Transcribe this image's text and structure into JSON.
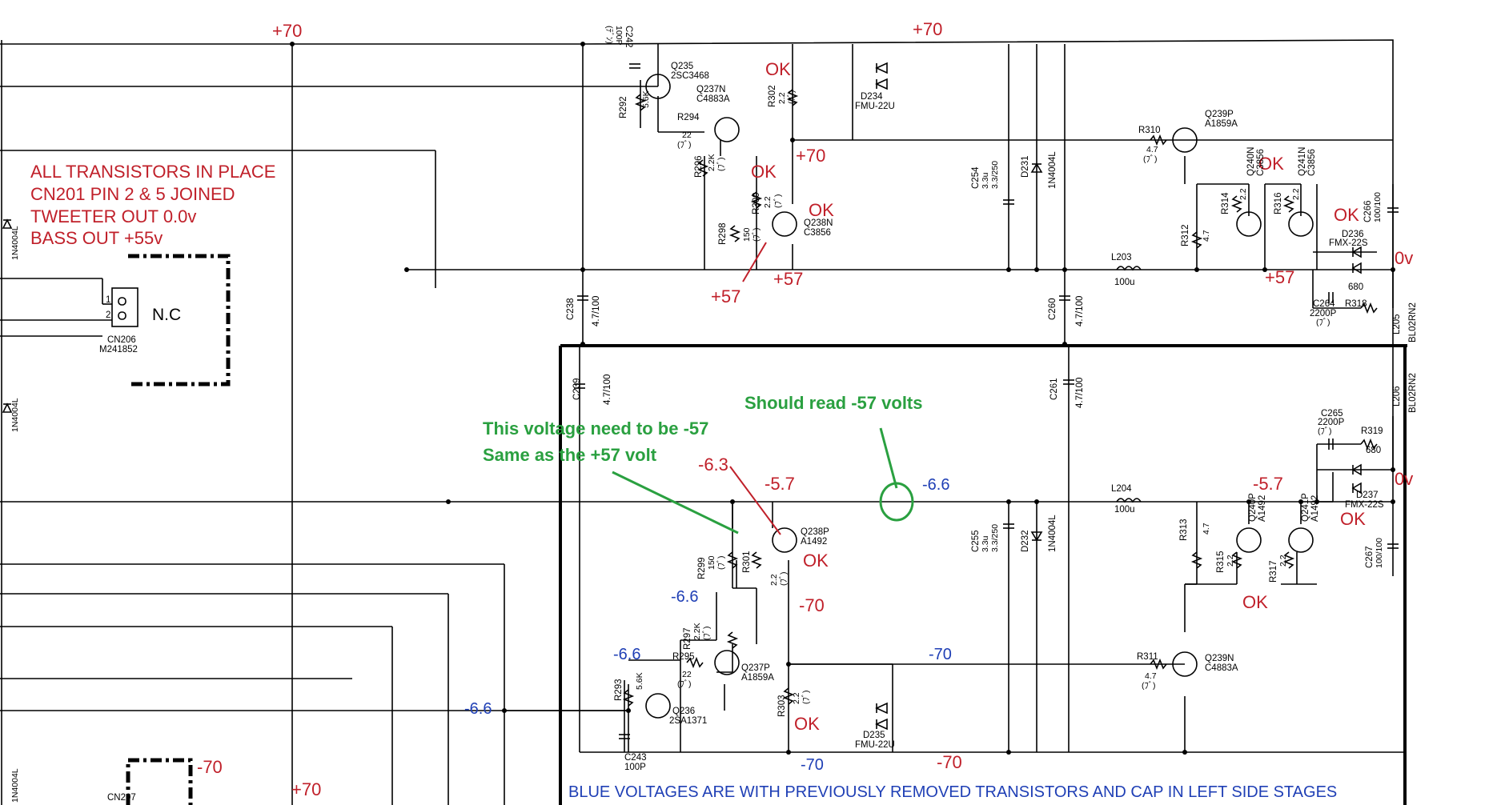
{
  "notes": {
    "left_box": [
      "ALL TRANSISTORS IN PLACE",
      "CN201 PIN 2 & 5 JOINED",
      "TWEETER OUT 0.0v",
      "BASS OUT +55v"
    ],
    "bottom": "BLUE VOLTAGES ARE WITH PREVIOUSLY REMOVED TRANSISTORS AND CAP IN LEFT SIDE STAGES",
    "green_1": "This voltage need to be -57",
    "green_2": "Same as  the +57 volt",
    "green_3": "Should read -57 volts"
  },
  "red_labels": {
    "top_rail_left": "+70",
    "top_rail_right": "+70",
    "r302_ok": "OK",
    "q238n_collector": "+70",
    "r300_ok": "OK",
    "q238n_ok": "OK",
    "q238n_emitter": "+57",
    "r298_node": "+57",
    "q240n_ok": "OK",
    "q241n_ok": "OK",
    "out_pos": "+57",
    "out_0v_top": "0v",
    "neg_node_1": "-6.3",
    "neg_node_2": "-5.7",
    "q238p_ok": "OK",
    "q238p_collector": "-70",
    "r303_ok": "OK",
    "bottom_rail_left": "-70",
    "bottom_rail_mid": "-70",
    "left_bottom_rail": "+70",
    "out_neg": "-5.7",
    "q240p_ok": "OK",
    "q241p_ok": "OK",
    "out_0v_bottom": "0v"
  },
  "blue_labels": {
    "mid_rail": "-6.6",
    "r299_node": "-6.6",
    "r297_node": "-6.6",
    "q236_base": "-6.6",
    "q239n_rail": "-70",
    "bottom_rail": "-70"
  },
  "components": {
    "c242": "C242",
    "c242_v": "100P",
    "c242_v2": "(ﾃﾞﾝ)",
    "q235": "Q235",
    "q235_t": "2SC3468",
    "r292": "R292",
    "r292_v": "5.6K",
    "q237n": "Q237N",
    "q237n_t": "C4883A",
    "r294": "R294",
    "r294_v": "22",
    "r294_v2": "(ﾌﾞ)",
    "r296": "R296",
    "r296_v": "2.2K",
    "r296_v2": "(ﾌﾞ)",
    "r302": "R302",
    "r302_v": "2.2",
    "r302_v2": "(ﾌﾞ)",
    "d234": "D234",
    "d234_t": "FMU-22U",
    "r300": "R300",
    "r300_v": "2.2",
    "r300_v2": "(ﾌﾞ)",
    "r298": "R298",
    "r298_v": "150",
    "r298_v2": "(ﾌﾞ)",
    "q238n": "Q238N",
    "q238n_t": "C3856",
    "c254": "C254",
    "c254_v": "3.3u",
    "c254_v2": "3.3/250",
    "d231": "D231",
    "d231_t": "1N4004L",
    "r310": "R310",
    "r310_v": "4.7",
    "r310_v2": "(ﾌﾞ)",
    "q239p": "Q239P",
    "q239p_t": "A1859A",
    "q240n": "Q240N",
    "q240n_t": "C3856",
    "q241n": "Q241N",
    "q241n_t": "C3856",
    "r312": "R312",
    "r314": "R314",
    "r314_v": "2.2",
    "r316": "R316",
    "r316_v": "2.2",
    "r_47": "4.7",
    "c266": "C266",
    "c266_v": "100/100",
    "d236": "D236",
    "d236_t": "FMX-22S",
    "l203": "L203",
    "l203_v": "100u",
    "c264": "C264",
    "c264_v": "2200P",
    "c264_v2": "(ﾌﾞ)",
    "r318": "R318",
    "r318_v": "680",
    "l205": "L205",
    "l205_t": "BL02RN2",
    "c238": "C238",
    "c238_v": "4.7/100",
    "c260": "C260",
    "c260_v": "4.7/100",
    "cn206": "CN206",
    "cn206_t": "M241852",
    "nc": "N.C",
    "pin1": "1",
    "pin2": "2",
    "c239": "C239",
    "c239_v": "4.7/100",
    "c261": "C261",
    "c261_v": "4.7/100",
    "l206": "L206",
    "l206_t": "BL02RN2",
    "c265": "C265",
    "c265_v": "2200P",
    "c265_v2": "(ﾌﾞ)",
    "r319": "R319",
    "r319_v": "680",
    "d237": "D237",
    "d237_t": "FMX-22S",
    "l204": "L204",
    "l204_v": "100u",
    "c255": "C255",
    "c255_v": "3.3u",
    "c255_v2": "3.3/250",
    "d232": "D232",
    "d232_t": "1N4004L",
    "r313": "R313",
    "r313_v": "4.7",
    "r315": "R315",
    "r315_v": "2.2",
    "q240p": "Q240P",
    "q240p_t": "A1492",
    "r317": "R317",
    "r317_v": "2.2",
    "q241p": "Q241P",
    "q241p_t": "A1492",
    "c267": "C267",
    "c267_v": "100/100",
    "r299": "R299",
    "r299_v": "150",
    "r299_v2": "(ﾌﾞ)",
    "r301": "R301",
    "r301_v": "2.2",
    "r301_v2": "(ﾌﾞ)",
    "q238p": "Q238P",
    "q238p_t": "A1492",
    "r297": "R297",
    "r297_v": "2.2K",
    "r297_v2": "(ﾌﾞ)",
    "r295": "R295",
    "r295_v": "22",
    "r295_v2": "(ﾌﾞ)",
    "q237p": "Q237P",
    "q237p_t": "A1859A",
    "r293": "R293",
    "r293_v": "5.6K",
    "q236": "Q236",
    "q236_t": "2SA1371",
    "r303": "R303",
    "r303_v": "2.2",
    "r303_v2": "(ﾌﾞ)",
    "d235": "D235",
    "d235_t": "FMU-22U",
    "c243": "C243",
    "c243_v": "100P",
    "r311": "R311",
    "r311_v": "4.7",
    "r311_v2": "(ﾌﾞ)",
    "q239n": "Q239N",
    "q239n_t": "C4883A",
    "d_left": "1N4004L",
    "d_left2": "1N4004L",
    "d_left3": "1N4004L",
    "cn207": "CN207"
  }
}
